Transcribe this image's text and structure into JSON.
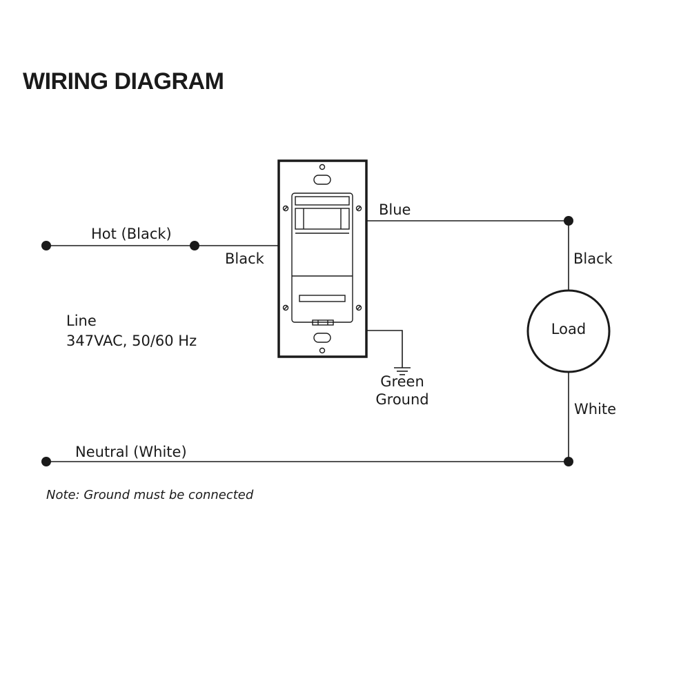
{
  "title": "WIRING DIAGRAM",
  "labels": {
    "hot": "Hot (Black)",
    "switch_black": "Black",
    "line": "Line",
    "voltage": "347VAC, 50/60 Hz",
    "blue": "Blue",
    "load_black": "Black",
    "load": "Load",
    "white": "White",
    "ground_color": "Green",
    "ground": "Ground",
    "neutral": "Neutral (White)"
  },
  "note": "Note: Ground must be connected",
  "colors": {
    "line": "#1a1a1a",
    "background": "#ffffff"
  },
  "icons": [
    "ground-symbol-icon",
    "screw-icon",
    "occupancy-sensor-switch-icon"
  ]
}
